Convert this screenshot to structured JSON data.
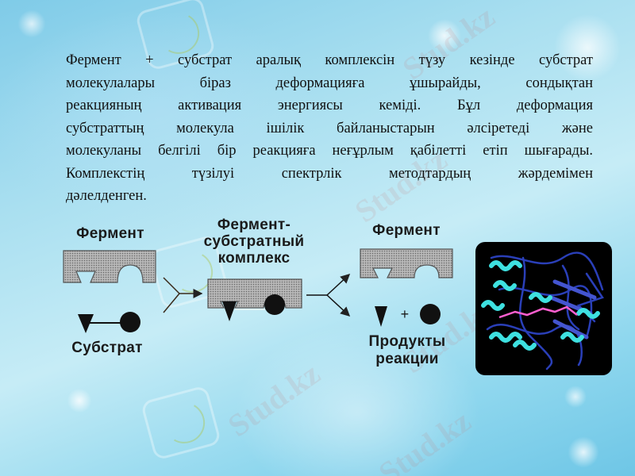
{
  "slide": {
    "paragraph_lines": [
      "Фермент + субстрат аралық комплексін түзу кезінде субстрат",
      "молекулалары біраз деформацияға ұшырайды, сондықтан",
      "реакцияның активация энергиясы кеміді. Бұл деформация",
      "субстраттың молекула ішілік байланыстарын әлсіретеді және",
      "молекуланы белгілі бір реакцияға неғұрлым қабілетті етіп шығарады.",
      "Комплекстің түзілуі спектрлік методтардың жәрдемімен",
      "дәлелденген."
    ],
    "diagram": {
      "enzyme_label": "Фермент",
      "substrate_label": "Субстрат",
      "complex_label_lines": [
        "Фермент-",
        "субстратный",
        "комплекс"
      ],
      "enzyme_after_label": "Фермент",
      "plus_sign": "+",
      "products_label_lines": [
        "Продукты",
        "реакции"
      ]
    },
    "protein_image": {
      "description": "3D ribbon model of enzyme protein with bound substrate",
      "colors": {
        "background": "#000000",
        "helix": "#3ee0e0",
        "sheet": "#2a3fb8",
        "ligand": "#ff5fd0"
      }
    },
    "watermarks": [
      "Stud.kz",
      "Stud.kz",
      "Stud.kz",
      "Stud.kz",
      "Stud.kz"
    ]
  }
}
